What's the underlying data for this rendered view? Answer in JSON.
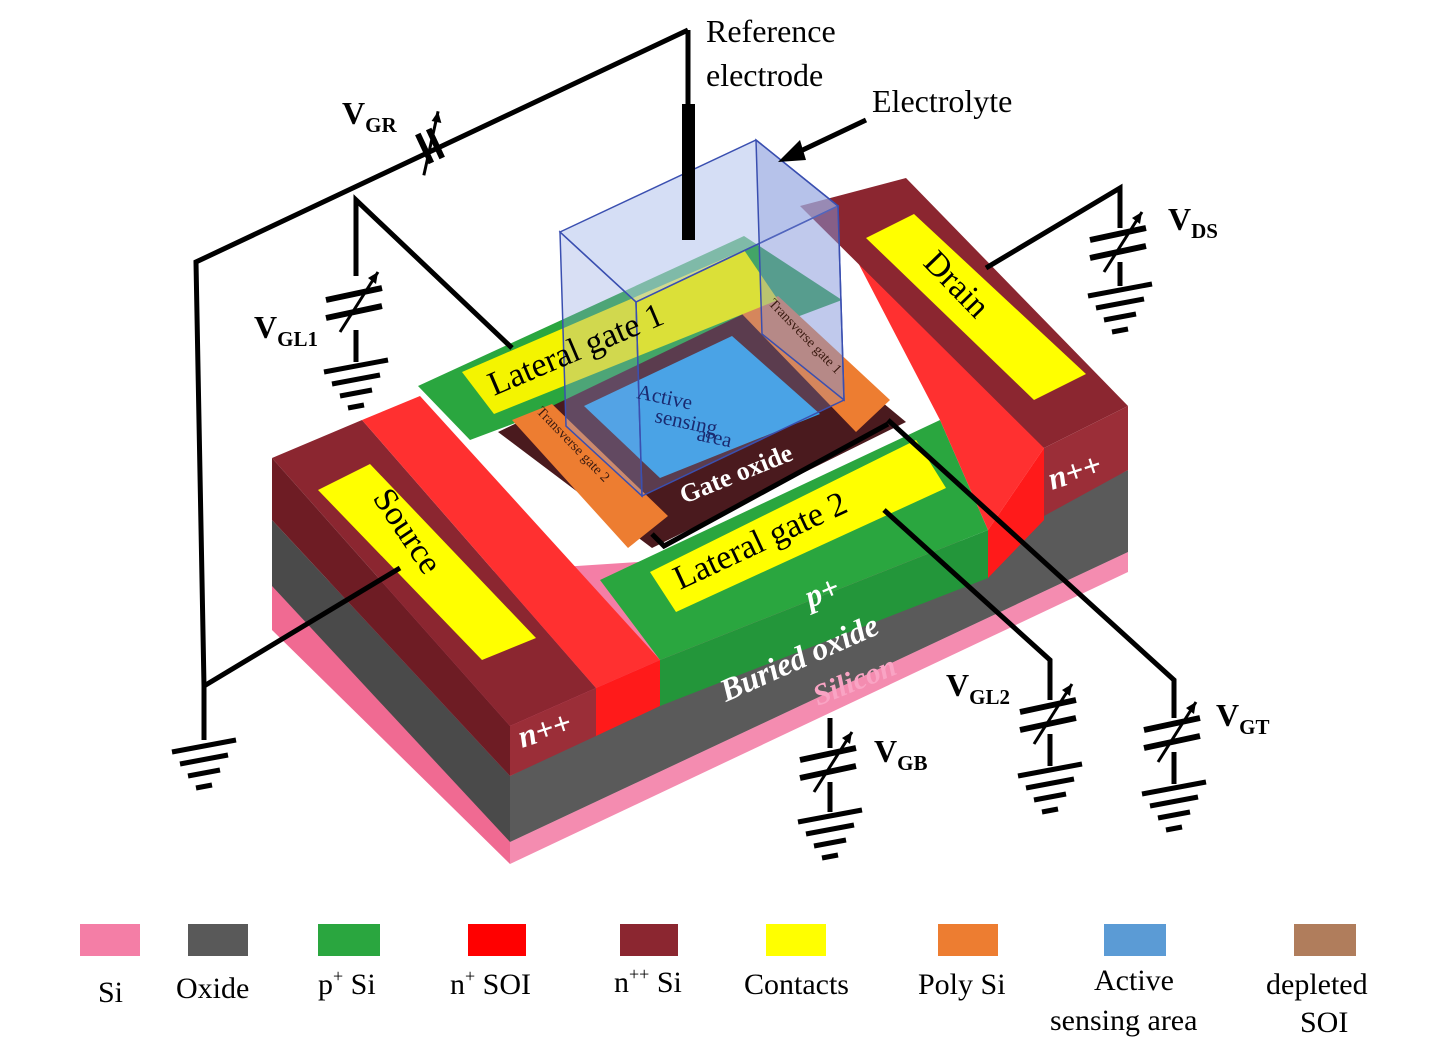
{
  "labels": {
    "reference_electrode": [
      "Reference",
      "electrode"
    ],
    "electrolyte": "Electrolyte",
    "lateral_gate_1": "Lateral gate 1",
    "lateral_gate_2": "Lateral gate 2",
    "transverse_gate_1": "Transverse gate 1",
    "transverse_gate_2": "Transverse gate 2",
    "active_sensing_area": [
      "Active",
      "sensing",
      "area"
    ],
    "gate_oxide": "Gate oxide",
    "source": "Source",
    "drain": "Drain",
    "p_plus": "p+",
    "n_pp_left": "n++",
    "n_pp_right": "n++",
    "buried_oxide": "Buried oxide",
    "silicon": "Silicon"
  },
  "voltages": {
    "gr": {
      "symbol": "V",
      "sub": "GR"
    },
    "gl1": {
      "symbol": "V",
      "sub": "GL1"
    },
    "ds": {
      "symbol": "V",
      "sub": "DS"
    },
    "gl2": {
      "symbol": "V",
      "sub": "GL2"
    },
    "gt": {
      "symbol": "V",
      "sub": "GT"
    },
    "gb": {
      "symbol": "V",
      "sub": "GB"
    }
  },
  "legend": [
    {
      "name": "si",
      "color": "#f47ea6",
      "label": [
        "Si"
      ]
    },
    {
      "name": "oxide",
      "color": "#595959",
      "label": [
        "Oxide"
      ]
    },
    {
      "name": "p-si",
      "color": "#2aa63f",
      "label": [
        "p",
        "+",
        " Si"
      ]
    },
    {
      "name": "n-soi",
      "color": "#ff0000",
      "label": [
        "n",
        "+",
        " SOI"
      ]
    },
    {
      "name": "npp-si",
      "color": "#8b2630",
      "label": [
        "n",
        "++",
        " Si"
      ]
    },
    {
      "name": "contacts",
      "color": "#ffff00",
      "label": [
        "Contacts"
      ]
    },
    {
      "name": "poly-si",
      "color": "#ed7d31",
      "label": [
        "Poly Si"
      ]
    },
    {
      "name": "active-sensing",
      "color": "#5b9bd5",
      "label": [
        "Active",
        "sensing  area"
      ]
    },
    {
      "name": "depleted-soi",
      "color": "#b07d5c",
      "label": [
        "depleted",
        "SOI"
      ]
    }
  ]
}
